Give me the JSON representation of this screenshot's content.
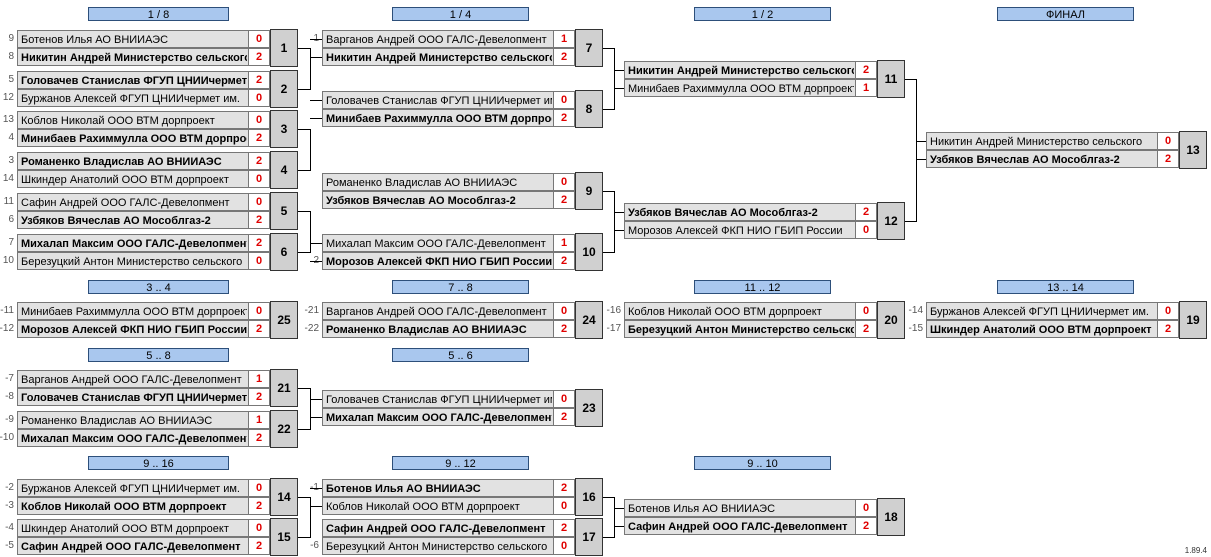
{
  "headers": [
    "1 / 8",
    "1 / 4",
    "1 / 2",
    "ФИНАЛ",
    "3 .. 4",
    "7 .. 8",
    "11 .. 12",
    "13 .. 14",
    "5 .. 8",
    "5 .. 6",
    "9 .. 16",
    "9 .. 12",
    "9 .. 10"
  ],
  "matches": [
    {
      "id": "1",
      "p": [
        {
          "name": "Ботенов Илья АО ВНИИАЭС",
          "score": "0",
          "seed": "9",
          "win": false
        },
        {
          "name": "Никитин Андрей Министерство сельского",
          "score": "2",
          "seed": "8",
          "win": true
        }
      ]
    },
    {
      "id": "2",
      "p": [
        {
          "name": "Головачев Станислав ФГУП ЦНИИчермет им",
          "score": "2",
          "seed": "5",
          "win": true
        },
        {
          "name": "Буржанов Алексей ФГУП ЦНИИчермет им.",
          "score": "0",
          "seed": "12",
          "win": false
        }
      ]
    },
    {
      "id": "3",
      "p": [
        {
          "name": "Коблов Николай ООО ВТМ дорпроект",
          "score": "0",
          "seed": "13",
          "win": false
        },
        {
          "name": "Минибаев Рахиммулла ООО ВТМ дорпроект",
          "score": "2",
          "seed": "4",
          "win": true
        }
      ]
    },
    {
      "id": "4",
      "p": [
        {
          "name": "Романенко Владислав АО ВНИИАЭС",
          "score": "2",
          "seed": "3",
          "win": true
        },
        {
          "name": "Шкиндер Анатолий ООО ВТМ дорпроект",
          "score": "0",
          "seed": "14",
          "win": false
        }
      ]
    },
    {
      "id": "5",
      "p": [
        {
          "name": "Сафин Андрей ООО ГАЛС-Девелопмент",
          "score": "0",
          "seed": "11",
          "win": false
        },
        {
          "name": "Узбяков Вячеслав АО Мособлгаз-2",
          "score": "2",
          "seed": "6",
          "win": true
        }
      ]
    },
    {
      "id": "6",
      "p": [
        {
          "name": "Михалап Максим ООО ГАЛС-Девелопмент",
          "score": "2",
          "seed": "7",
          "win": true
        },
        {
          "name": "Березуцкий Антон Министерство сельского",
          "score": "0",
          "seed": "10",
          "win": false
        }
      ]
    },
    {
      "id": "7",
      "p": [
        {
          "name": "Варганов Андрей ООО ГАЛС-Девелопмент",
          "score": "1",
          "seed": "1",
          "win": false
        },
        {
          "name": "Никитин Андрей Министерство сельского",
          "score": "2",
          "seed": "",
          "win": true
        }
      ]
    },
    {
      "id": "8",
      "p": [
        {
          "name": "Головачев Станислав ФГУП ЦНИИчермет им",
          "score": "0",
          "seed": "",
          "win": false
        },
        {
          "name": "Минибаев Рахиммулла ООО ВТМ дорпроект",
          "score": "2",
          "seed": "",
          "win": true
        }
      ]
    },
    {
      "id": "9",
      "p": [
        {
          "name": "Романенко Владислав АО ВНИИАЭС",
          "score": "0",
          "seed": "",
          "win": false
        },
        {
          "name": "Узбяков Вячеслав АО Мособлгаз-2",
          "score": "2",
          "seed": "",
          "win": true
        }
      ]
    },
    {
      "id": "10",
      "p": [
        {
          "name": "Михалап Максим ООО ГАЛС-Девелопмент",
          "score": "1",
          "seed": "",
          "win": false
        },
        {
          "name": "Морозов Алексей ФКП НИО ГБИП России",
          "score": "2",
          "seed": "2",
          "win": true
        }
      ]
    },
    {
      "id": "11",
      "p": [
        {
          "name": "Никитин Андрей Министерство сельского",
          "score": "2",
          "seed": "",
          "win": true
        },
        {
          "name": "Минибаев Рахиммулла ООО ВТМ дорпроект",
          "score": "1",
          "seed": "",
          "win": false
        }
      ]
    },
    {
      "id": "12",
      "p": [
        {
          "name": "Узбяков Вячеслав АО Мособлгаз-2",
          "score": "2",
          "seed": "",
          "win": true
        },
        {
          "name": "Морозов Алексей ФКП НИО ГБИП России",
          "score": "0",
          "seed": "",
          "win": false
        }
      ]
    },
    {
      "id": "13",
      "p": [
        {
          "name": "Никитин Андрей Министерство сельского",
          "score": "0",
          "seed": "",
          "win": false
        },
        {
          "name": "Узбяков Вячеслав АО Мособлгаз-2",
          "score": "2",
          "seed": "",
          "win": true
        }
      ]
    },
    {
      "id": "25",
      "p": [
        {
          "name": "Минибаев Рахиммулла ООО ВТМ дорпроект",
          "score": "0",
          "seed": "-11",
          "win": false
        },
        {
          "name": "Морозов Алексей ФКП НИО ГБИП России",
          "score": "2",
          "seed": "-12",
          "win": true
        }
      ]
    },
    {
      "id": "24",
      "p": [
        {
          "name": "Варганов Андрей ООО ГАЛС-Девелопмент",
          "score": "0",
          "seed": "-21",
          "win": false
        },
        {
          "name": "Романенко Владислав АО ВНИИАЭС",
          "score": "2",
          "seed": "-22",
          "win": true
        }
      ]
    },
    {
      "id": "20",
      "p": [
        {
          "name": "Коблов Николай ООО ВТМ дорпроект",
          "score": "0",
          "seed": "-16",
          "win": false
        },
        {
          "name": "Березуцкий Антон Министерство сельского",
          "score": "2",
          "seed": "-17",
          "win": true
        }
      ]
    },
    {
      "id": "19",
      "p": [
        {
          "name": "Буржанов Алексей ФГУП ЦНИИчермет им.",
          "score": "0",
          "seed": "-14",
          "win": false
        },
        {
          "name": "Шкиндер Анатолий ООО ВТМ дорпроект",
          "score": "2",
          "seed": "-15",
          "win": true
        }
      ]
    },
    {
      "id": "21",
      "p": [
        {
          "name": "Варганов Андрей ООО ГАЛС-Девелопмент",
          "score": "1",
          "seed": "-7",
          "win": false
        },
        {
          "name": "Головачев Станислав ФГУП ЦНИИчермет им",
          "score": "2",
          "seed": "-8",
          "win": true
        }
      ]
    },
    {
      "id": "22",
      "p": [
        {
          "name": "Романенко Владислав АО ВНИИАЭС",
          "score": "1",
          "seed": "-9",
          "win": false
        },
        {
          "name": "Михалап Максим ООО ГАЛС-Девелопмент",
          "score": "2",
          "seed": "-10",
          "win": true
        }
      ]
    },
    {
      "id": "23",
      "p": [
        {
          "name": "Головачев Станислав ФГУП ЦНИИчермет им",
          "score": "0",
          "seed": "",
          "win": false
        },
        {
          "name": "Михалап Максим ООО ГАЛС-Девелопмент",
          "score": "2",
          "seed": "",
          "win": true
        }
      ]
    },
    {
      "id": "14",
      "p": [
        {
          "name": "Буржанов Алексей ФГУП ЦНИИчермет им.",
          "score": "0",
          "seed": "-2",
          "win": false
        },
        {
          "name": "Коблов Николай ООО ВТМ дорпроект",
          "score": "2",
          "seed": "-3",
          "win": true
        }
      ]
    },
    {
      "id": "15",
      "p": [
        {
          "name": "Шкиндер Анатолий ООО ВТМ дорпроект",
          "score": "0",
          "seed": "-4",
          "win": false
        },
        {
          "name": "Сафин Андрей ООО ГАЛС-Девелопмент",
          "score": "2",
          "seed": "-5",
          "win": true
        }
      ]
    },
    {
      "id": "16",
      "p": [
        {
          "name": "Ботенов Илья АО ВНИИАЭС",
          "score": "2",
          "seed": "-1",
          "win": true
        },
        {
          "name": "Коблов Николай ООО ВТМ дорпроект",
          "score": "0",
          "seed": "",
          "win": false
        }
      ]
    },
    {
      "id": "17",
      "p": [
        {
          "name": "Сафин Андрей ООО ГАЛС-Девелопмент",
          "score": "2",
          "seed": "",
          "win": true
        },
        {
          "name": "Березуцкий Антон Министерство сельского",
          "score": "0",
          "seed": "-6",
          "win": false
        }
      ]
    },
    {
      "id": "18",
      "p": [
        {
          "name": "Ботенов Илья АО ВНИИАЭС",
          "score": "0",
          "seed": "",
          "win": false
        },
        {
          "name": "Сафин Андрей ООО ГАЛС-Девелопмент",
          "score": "2",
          "seed": "",
          "win": true
        }
      ]
    }
  ],
  "version": "1.89.4",
  "colors": {
    "header_bg": "#a9c7ee",
    "score": "#e00000",
    "cell_bg": "#e2e2e2",
    "num_bg": "#d0d0d0"
  }
}
